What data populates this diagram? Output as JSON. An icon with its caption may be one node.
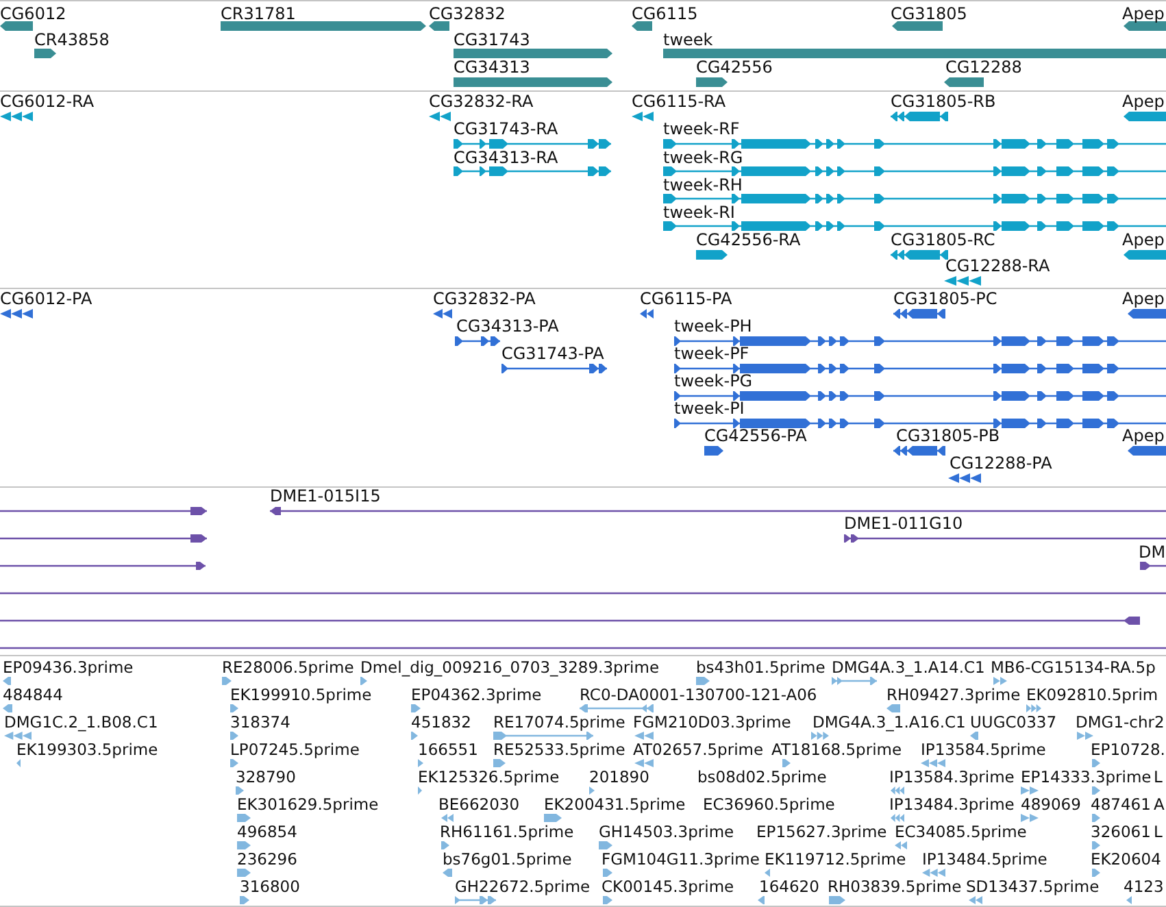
{
  "diagram": {
    "labels": [
      "CG6012",
      "CR31781",
      "CG32832",
      "CG6115",
      "CG31805",
      "Apep",
      "CR43858",
      "CG31743",
      "tweek",
      "CG34313",
      "CG42556",
      "CG12288",
      "CG6012-RA",
      "CG32832-RA",
      "CG6115-RA",
      "CG31805-RB",
      "Apep",
      "CG31743-RA",
      "tweek-RF",
      "CG34313-RA",
      "tweek-RG",
      "tweek-RH",
      "tweek-RI",
      "CG42556-RA",
      "CG31805-RC",
      "Apep",
      "CG12288-RA",
      "CG6012-PA",
      "CG32832-PA",
      "CG6115-PA",
      "CG31805-PC",
      "Apep",
      "CG34313-PA",
      "tweek-PH",
      "CG31743-PA",
      "tweek-PF",
      "tweek-PG",
      "tweek-PI",
      "CG42556-PA",
      "CG31805-PB",
      "Apep",
      "CG12288-PA",
      "DME1-015I15",
      "DME1-011G10",
      "DM",
      "EP09436.3prime",
      "RE28006.5prime",
      "Dmel_dig_009216_0703_3289.3prime",
      "bs43h01.5prime",
      "DMG4A.3_1.A14.C1",
      "MB6-CG15134-RA.5p",
      "484844",
      "EK199910.5prime",
      "EP04362.3prime",
      "RC0-DA0001-130700-121-A06",
      "RH09427.3prime",
      "EK092810.5prim",
      "DMG1C.2_1.B08.C1",
      "318374",
      "451832",
      "RE17074.5prime",
      "FGM210D03.3prime",
      "DMG4A.3_1.A16.C1",
      "UUGC0337",
      "DMG1-chr2",
      "EK199303.5prime",
      "LP07245.5prime",
      "166551",
      "RE52533.5prime",
      "AT02657.5prime",
      "AT18168.5prime",
      "IP13584.5prime",
      "EP10728.",
      "328790",
      "EK125326.5prime",
      "201890",
      "bs08d02.5prime",
      "IP13584.3prime",
      "EP14333.3prime",
      "L",
      "EK301629.5prime",
      "BE662030",
      "EK200431.5prime",
      "EC36960.5prime",
      "IP13484.3prime",
      "489069",
      "487461",
      "A",
      "496854",
      "RH61161.5prime",
      "GH14503.3prime",
      "EP15627.3prime",
      "EC34085.5prime",
      "326061",
      "L",
      "236296",
      "bs76g01.5prime",
      "FGM104G11.3prime",
      "EK119712.5prime",
      "IP13484.5prime",
      "EK20604",
      "316800",
      "GH22672.5prime",
      "CK00145.3prime",
      "164620",
      "RH03839.5prime",
      "SD13437.5prime",
      "4123"
    ]
  }
}
